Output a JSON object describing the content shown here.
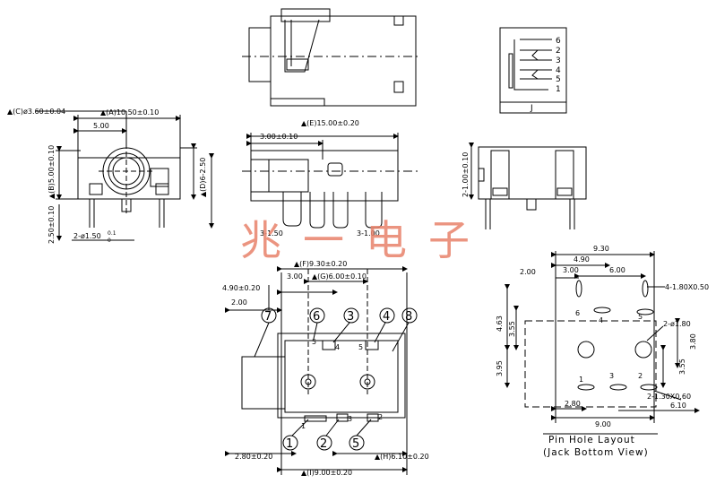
{
  "top_view": {
    "pins": []
  },
  "front_view": {
    "dim_c_diameter": "▲(C)ø3.60±0.04",
    "dim_a_width": "▲(A)10.50±0.10",
    "dim_5": "5.00",
    "dim_b_height": "▲(B)5.00±0.10",
    "dim_d": "▲(D)6-2.50",
    "dim_250": "2.50±0.10",
    "dim_holes": "2-ø1.50",
    "dim_holes_tol_top": "0.1",
    "dim_holes_tol_bot": "0"
  },
  "side_view": {
    "dim_e_length": "▲(E)15.00±0.20",
    "dim_300": "3.00±0.10",
    "dim_3_150": "3-1.50",
    "dim_3_100": "3-1.00"
  },
  "right_view": {
    "dim_2_100": "2-1.00±0.10"
  },
  "schematic": {
    "pins": [
      "6",
      "2",
      "3",
      "4",
      "5",
      "1"
    ],
    "label": "J"
  },
  "watermark": "兆一电子",
  "bottom_view": {
    "dim_f": "▲(F)9.30±0.20",
    "dim_490": "4.90±0.20",
    "dim_300": "3.00",
    "dim_g": "▲(G)6.00±0.10",
    "dim_200": "2.00",
    "dim_280": "2.80±0.20",
    "dim_i": "▲(I)9.00±0.20",
    "dim_h": "▲(H)6.10±0.20",
    "circled_top": [
      "7",
      "6",
      "3",
      "4",
      "8"
    ],
    "circled_bottom": [
      "1",
      "2",
      "5"
    ],
    "small_pin_labels": [
      "5",
      "4",
      "5",
      "3",
      "2",
      "1"
    ]
  },
  "pin_hole_layout": {
    "dim_930": "9.30",
    "dim_490": "4.90",
    "dim_300": "3.00",
    "dim_600": "6.00",
    "dim_200": "2.00",
    "dim_4_180": "4-1.80X0.50",
    "dim_463": "4.63",
    "dim_355_left": "3.55",
    "dim_2_180": "2-ø1.80",
    "dim_380": "3.80",
    "dim_355_right": "3.55",
    "dim_395": "3.95",
    "dim_2_130": "2-1.30X0.60",
    "dim_280": "2.80",
    "dim_610": "6.10",
    "dim_900": "9.00",
    "pin_labels": [
      "6",
      "5",
      "4",
      "1",
      "3",
      "2"
    ],
    "title": "Pin Hole Layout",
    "subtitle": "(Jack Bottom View)"
  }
}
